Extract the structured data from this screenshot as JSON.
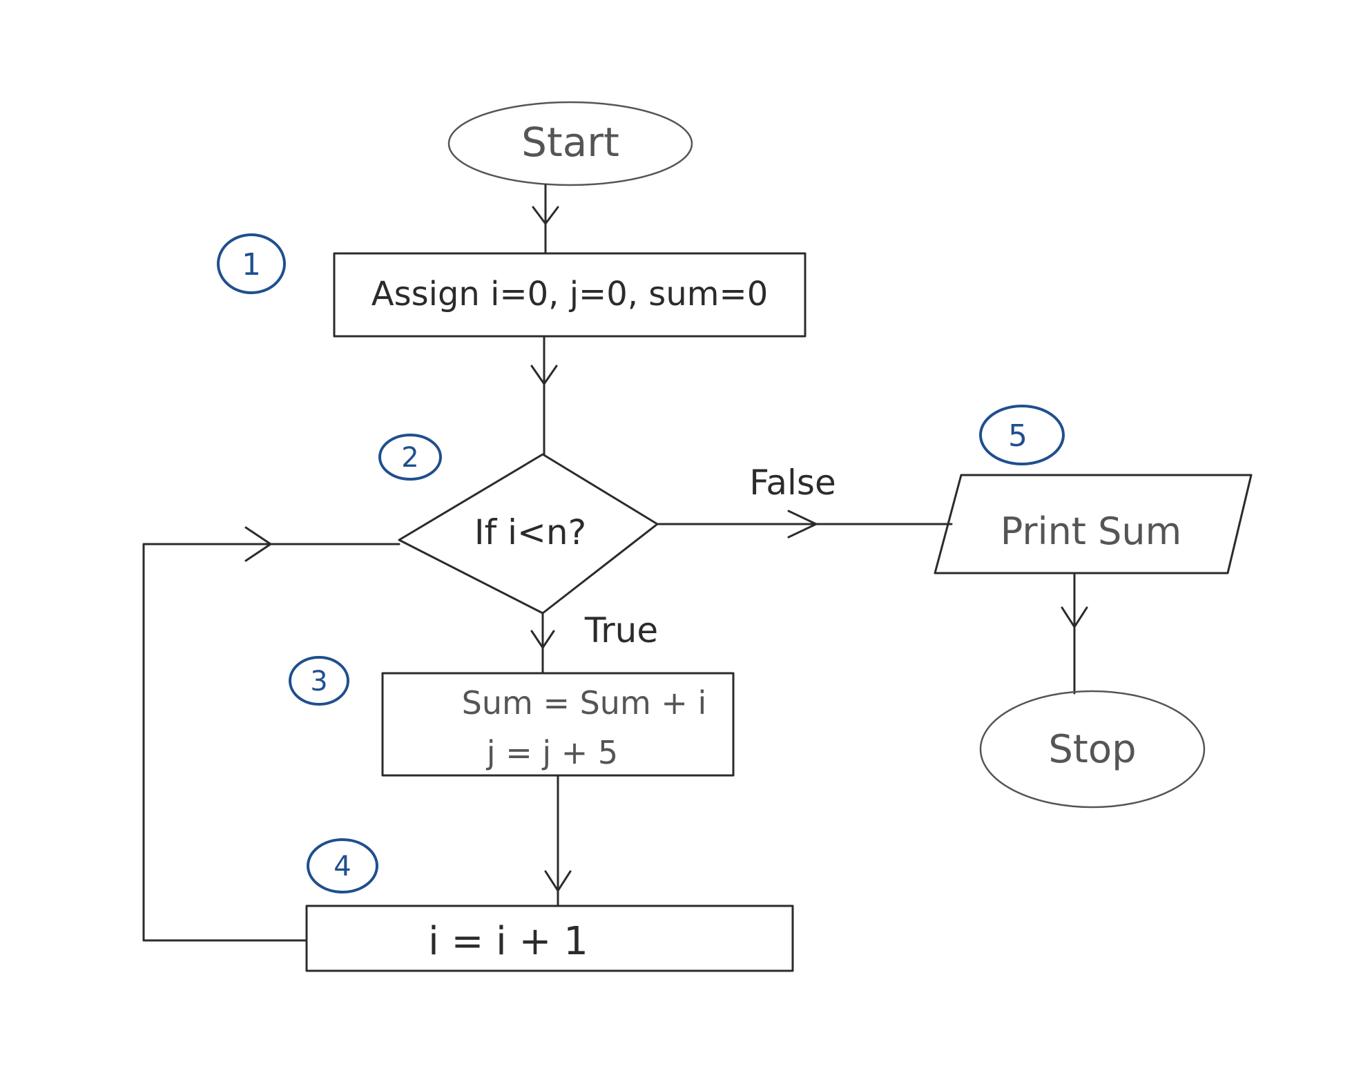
{
  "nodes": {
    "start": {
      "label": "Start"
    },
    "assign": {
      "label": "Assign i=0, j=0, sum=0"
    },
    "decision": {
      "label": "If i<n?"
    },
    "process": {
      "line1": "Sum = Sum + i",
      "line2": "j = j + 5"
    },
    "increment": {
      "label": "i = i + 1"
    },
    "print": {
      "label": "Print Sum"
    },
    "stop": {
      "label": "Stop"
    }
  },
  "edges": {
    "false_label": "False",
    "true_label": "True"
  },
  "step_numbers": [
    "1",
    "2",
    "3",
    "4",
    "5"
  ],
  "colors": {
    "ink": "#2b2b2b",
    "annotation": "#1f4f8f"
  }
}
